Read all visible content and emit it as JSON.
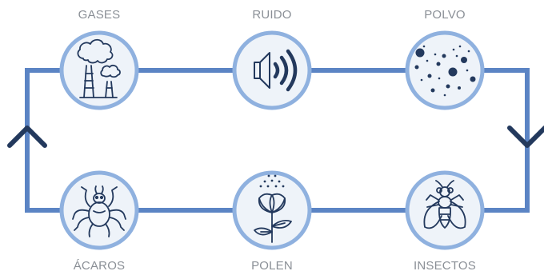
{
  "cycle": {
    "items": [
      {
        "label": "GASES",
        "icon": "factory-smoke-icon"
      },
      {
        "label": "RUIDO",
        "icon": "speaker-sound-icon"
      },
      {
        "label": "POLVO",
        "icon": "dust-particles-icon"
      },
      {
        "label": "INSECTOS",
        "icon": "insect-fly-icon"
      },
      {
        "label": "POLEN",
        "icon": "flower-pollen-icon"
      },
      {
        "label": "ÁCAROS",
        "icon": "mite-icon"
      }
    ],
    "colors": {
      "line": "#5b84c4",
      "ring": "#8fb1df",
      "circle_fill": "#eef3f9",
      "icon": "#23395d",
      "arrow": "#23395d",
      "label": "#8a8f96"
    }
  }
}
